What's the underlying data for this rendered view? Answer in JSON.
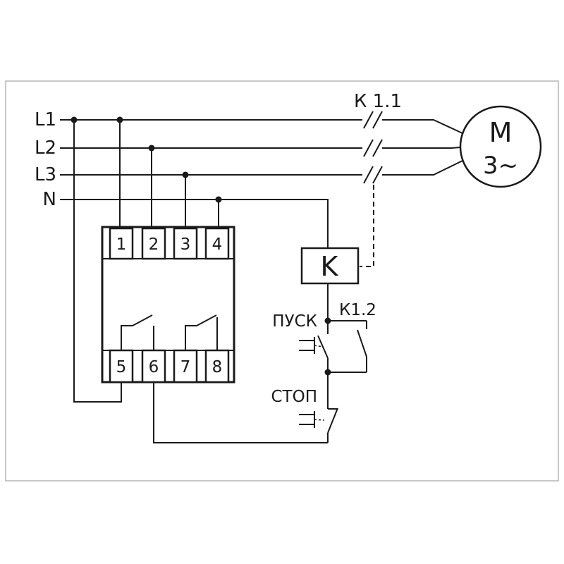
{
  "diagram": {
    "type": "motor-control-wiring-diagram",
    "line_labels": {
      "l1": "L1",
      "l2": "L2",
      "l3": "L3",
      "n": "N"
    },
    "contactor_contacts_label": "К 1.1",
    "motor": {
      "symbol": "M",
      "phase": "3~"
    },
    "relay_coil_label": "K",
    "aux_contact_label": "К1.2",
    "start_button_label": "ПУСК",
    "stop_button_label": "СТОП",
    "device_terminals_top": [
      "1",
      "2",
      "3",
      "4"
    ],
    "device_terminals_bottom": [
      "5",
      "6",
      "7",
      "8"
    ],
    "colors": {
      "line": "#1a1a1a",
      "background": "#ffffff",
      "frame_border": "#b5b5b5"
    }
  }
}
